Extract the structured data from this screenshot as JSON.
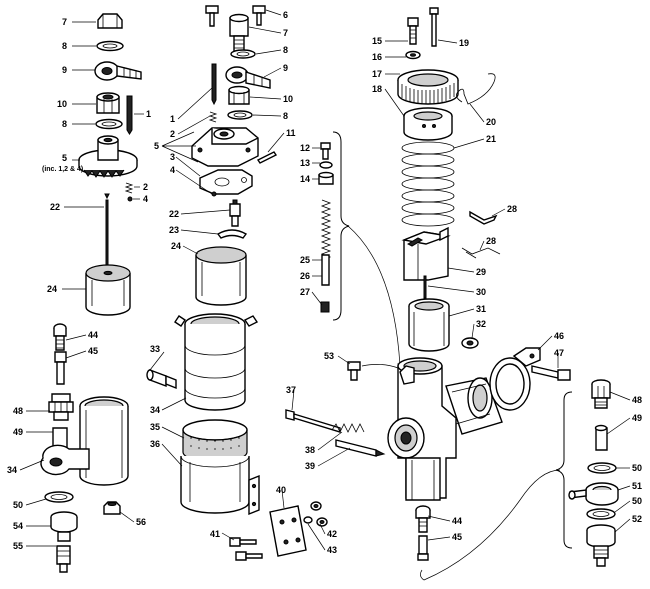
{
  "labels": [
    {
      "id": "l7a",
      "text": "7"
    },
    {
      "id": "l8a",
      "text": "8"
    },
    {
      "id": "l9a",
      "text": "9"
    },
    {
      "id": "l10a",
      "text": "10"
    },
    {
      "id": "l8b",
      "text": "8"
    },
    {
      "id": "l1a",
      "text": "1"
    },
    {
      "id": "l5a",
      "text": "5"
    },
    {
      "id": "l5a2",
      "text": "(inc. 1,2 & 4)"
    },
    {
      "id": "l2a",
      "text": "2"
    },
    {
      "id": "l4a",
      "text": "4"
    },
    {
      "id": "l22a",
      "text": "22"
    },
    {
      "id": "l24a",
      "text": "24"
    },
    {
      "id": "l6",
      "text": "6"
    },
    {
      "id": "l7b",
      "text": "7"
    },
    {
      "id": "l8c",
      "text": "8"
    },
    {
      "id": "l9b",
      "text": "9"
    },
    {
      "id": "l10b",
      "text": "10"
    },
    {
      "id": "l8d",
      "text": "8"
    },
    {
      "id": "l11",
      "text": "11"
    },
    {
      "id": "l1b",
      "text": "1"
    },
    {
      "id": "l2b",
      "text": "2"
    },
    {
      "id": "l5b",
      "text": "5"
    },
    {
      "id": "l3",
      "text": "3"
    },
    {
      "id": "l4b",
      "text": "4"
    },
    {
      "id": "l22b",
      "text": "22"
    },
    {
      "id": "l23",
      "text": "23"
    },
    {
      "id": "l24b",
      "text": "24"
    },
    {
      "id": "l12",
      "text": "12"
    },
    {
      "id": "l13",
      "text": "13"
    },
    {
      "id": "l14",
      "text": "14"
    },
    {
      "id": "l25",
      "text": "25"
    },
    {
      "id": "l26",
      "text": "26"
    },
    {
      "id": "l27",
      "text": "27"
    },
    {
      "id": "l15",
      "text": "15"
    },
    {
      "id": "l16",
      "text": "16"
    },
    {
      "id": "l17",
      "text": "17"
    },
    {
      "id": "l18",
      "text": "18"
    },
    {
      "id": "l19",
      "text": "19"
    },
    {
      "id": "l20",
      "text": "20"
    },
    {
      "id": "l21",
      "text": "21"
    },
    {
      "id": "l28a",
      "text": "28"
    },
    {
      "id": "l28b",
      "text": "28"
    },
    {
      "id": "l29",
      "text": "29"
    },
    {
      "id": "l30",
      "text": "30"
    },
    {
      "id": "l31",
      "text": "31"
    },
    {
      "id": "l32",
      "text": "32"
    },
    {
      "id": "l33",
      "text": "33"
    },
    {
      "id": "l34a",
      "text": "34"
    },
    {
      "id": "l35",
      "text": "35"
    },
    {
      "id": "l36",
      "text": "36"
    },
    {
      "id": "l44a",
      "text": "44"
    },
    {
      "id": "l45a",
      "text": "45"
    },
    {
      "id": "l48a",
      "text": "48"
    },
    {
      "id": "l49a",
      "text": "49"
    },
    {
      "id": "l34b",
      "text": "34"
    },
    {
      "id": "l50a",
      "text": "50"
    },
    {
      "id": "l54",
      "text": "54"
    },
    {
      "id": "l55",
      "text": "55"
    },
    {
      "id": "l56",
      "text": "56"
    },
    {
      "id": "l53",
      "text": "53"
    },
    {
      "id": "l37",
      "text": "37"
    },
    {
      "id": "l38",
      "text": "38"
    },
    {
      "id": "l39",
      "text": "39"
    },
    {
      "id": "l40",
      "text": "40"
    },
    {
      "id": "l41",
      "text": "41"
    },
    {
      "id": "l42",
      "text": "42"
    },
    {
      "id": "l43",
      "text": "43"
    },
    {
      "id": "l44b",
      "text": "44"
    },
    {
      "id": "l45b",
      "text": "45"
    },
    {
      "id": "l46",
      "text": "46"
    },
    {
      "id": "l47",
      "text": "47"
    },
    {
      "id": "l48b",
      "text": "48"
    },
    {
      "id": "l49b",
      "text": "49"
    },
    {
      "id": "l50b",
      "text": "50"
    },
    {
      "id": "l51",
      "text": "51"
    },
    {
      "id": "l50c",
      "text": "50"
    },
    {
      "id": "l52",
      "text": "52"
    }
  ]
}
